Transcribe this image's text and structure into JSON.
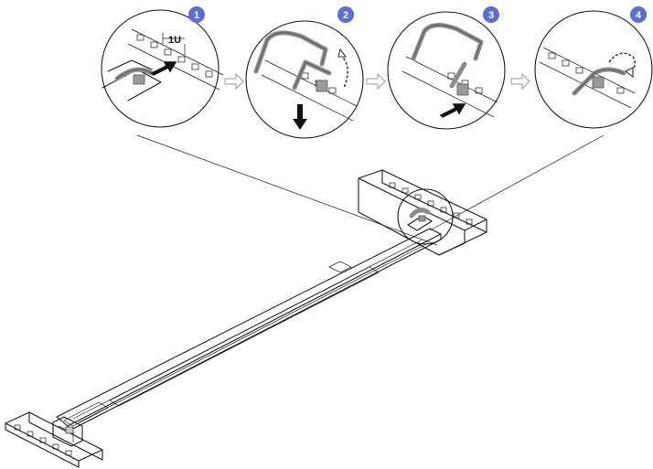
{
  "steps": [
    {
      "number": "1"
    },
    {
      "number": "2"
    },
    {
      "number": "3"
    },
    {
      "number": "4"
    }
  ],
  "labels": {
    "unit": "1U"
  },
  "colors": {
    "badge": "#5b6fd0",
    "line": "#1a1a1a",
    "latch": "#9a9a9a",
    "step_arrow": "#9a9a9a"
  },
  "icons": [
    "push-arrow-icon",
    "pull-down-arrow-icon",
    "rotate-arrow-icon",
    "step-arrow-icon"
  ]
}
